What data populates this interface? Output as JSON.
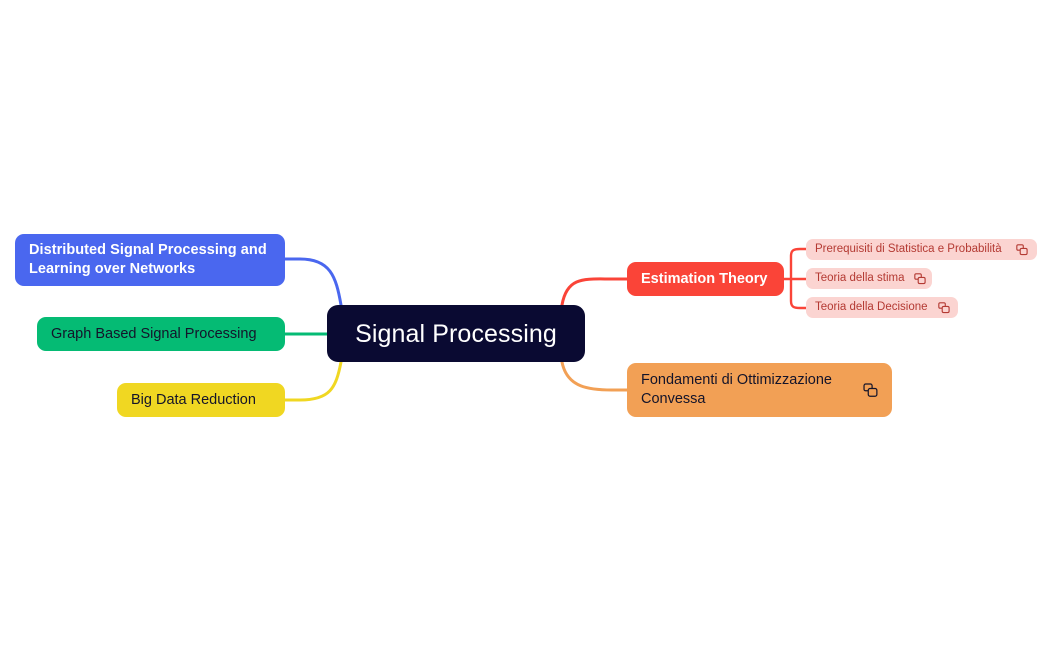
{
  "diagram": {
    "type": "mind-map",
    "root": {
      "label": "Signal Processing",
      "color": "#0a0a32",
      "text_color": "#ffffff"
    },
    "branches": [
      {
        "id": "distributed",
        "label": "Distributed Signal Processing and\nLearning over Networks",
        "color": "#4a67ef",
        "text_color": "#ffffff",
        "side": "left",
        "icon": null
      },
      {
        "id": "graph",
        "label": "Graph Based Signal Processing",
        "color": "#05bb74",
        "text_color": "#14142a",
        "side": "left",
        "icon": null
      },
      {
        "id": "bigdata",
        "label": "Big Data Reduction",
        "color": "#f0d722",
        "text_color": "#14142a",
        "side": "left",
        "icon": null
      },
      {
        "id": "estimation",
        "label": "Estimation Theory",
        "color": "#fa4438",
        "text_color": "#ffffff",
        "side": "right",
        "icon": null,
        "children": [
          {
            "id": "prerequisiti",
            "label": "Prerequisiti di Statistica e Probabilità",
            "color": "#fbd4d1",
            "text_color": "#b43a33",
            "icon": "copy-icon"
          },
          {
            "id": "teoria-stima",
            "label": "Teoria della stima",
            "color": "#fbd4d1",
            "text_color": "#b43a33",
            "icon": "copy-icon"
          },
          {
            "id": "teoria-decisione",
            "label": "Teoria della Decisione",
            "color": "#fbd4d1",
            "text_color": "#b43a33",
            "icon": "copy-icon"
          }
        ]
      },
      {
        "id": "fondamenti",
        "label": "Fondamenti di Ottimizzazione\nConvessa",
        "color": "#f2a055",
        "text_color": "#14142a",
        "side": "right",
        "icon": "copy-icon"
      }
    ],
    "edge_colors": {
      "distributed": "#4a67ef",
      "graph": "#05bb74",
      "bigdata": "#f0d722",
      "estimation": "#fa4438",
      "fondamenti": "#f2a055",
      "estimation_children": "#fa4438"
    },
    "background": "#ffffff"
  }
}
